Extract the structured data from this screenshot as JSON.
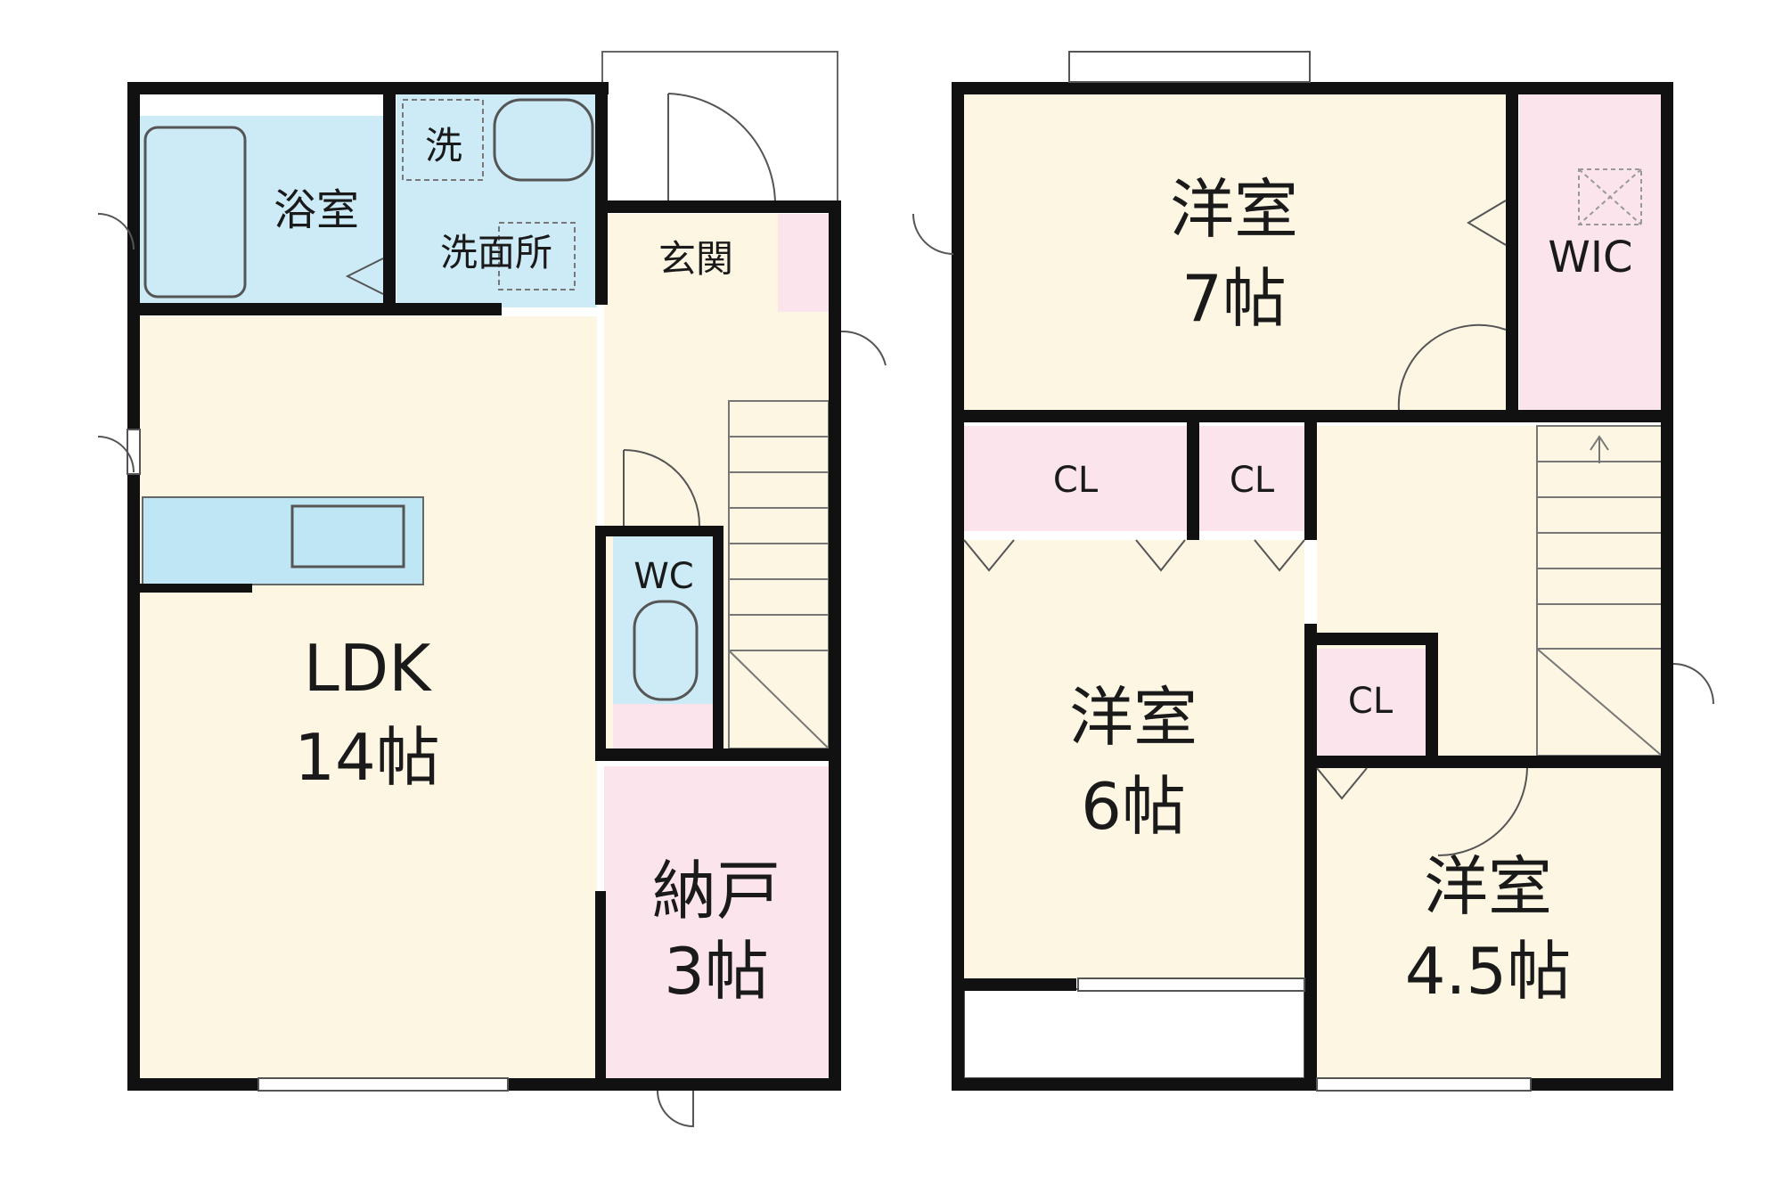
{
  "floor1": {
    "rooms": {
      "ldk": {
        "name": "LDK",
        "size": "14帖"
      },
      "bath": {
        "name": "浴室"
      },
      "washroom": {
        "name": "洗面所"
      },
      "washer": {
        "name": "洗"
      },
      "entrance": {
        "name": "玄関"
      },
      "wc": {
        "name": "WC"
      },
      "storage": {
        "name": "納戸",
        "size": "3帖"
      }
    }
  },
  "floor2": {
    "rooms": {
      "room7": {
        "name": "洋室",
        "size": "7帖"
      },
      "wic": {
        "name": "WIC"
      },
      "cl1": {
        "name": "CL"
      },
      "cl2": {
        "name": "CL"
      },
      "cl3": {
        "name": "CL"
      },
      "room6": {
        "name": "洋室",
        "size": "6帖"
      },
      "room45": {
        "name": "洋室",
        "size": "4.5帖"
      }
    }
  },
  "colors": {
    "wall": "#111111",
    "living": "#fdf6e3",
    "wet": "#cdebf6",
    "storage": "#fbe4ec",
    "fixture": "#bfe6f4"
  }
}
